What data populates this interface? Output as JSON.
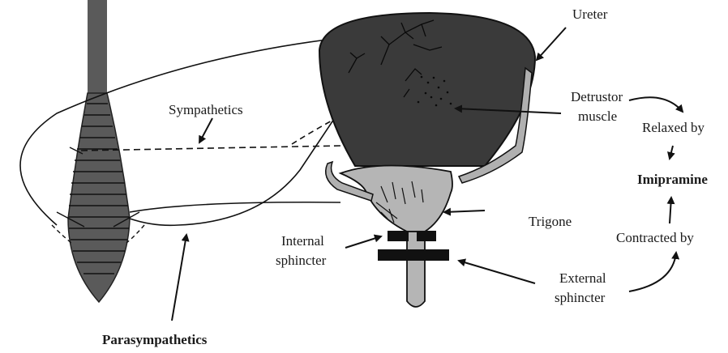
{
  "labels": {
    "ureter": "Ureter",
    "sympathetics": "Sympathetics",
    "detrusor_line1": "Detrustor",
    "detrusor_line2": "muscle",
    "relaxed_by": "Relaxed by",
    "imipramine": "Imipramine",
    "trigone": "Trigone",
    "internal_line1": "Internal",
    "internal_line2": "sphincter",
    "contracted_by": "Contracted by",
    "external_line1": "External",
    "external_line2": "sphincter",
    "parasympathetics": "Parasympathetics"
  },
  "colors": {
    "bladder_body": "#3a3a3a",
    "trigone": "#b5b5b5",
    "spinal_cord": "#5a5a5a",
    "ureter": "#b0b0b0",
    "sphincter": "#111111",
    "line": "#111111"
  }
}
